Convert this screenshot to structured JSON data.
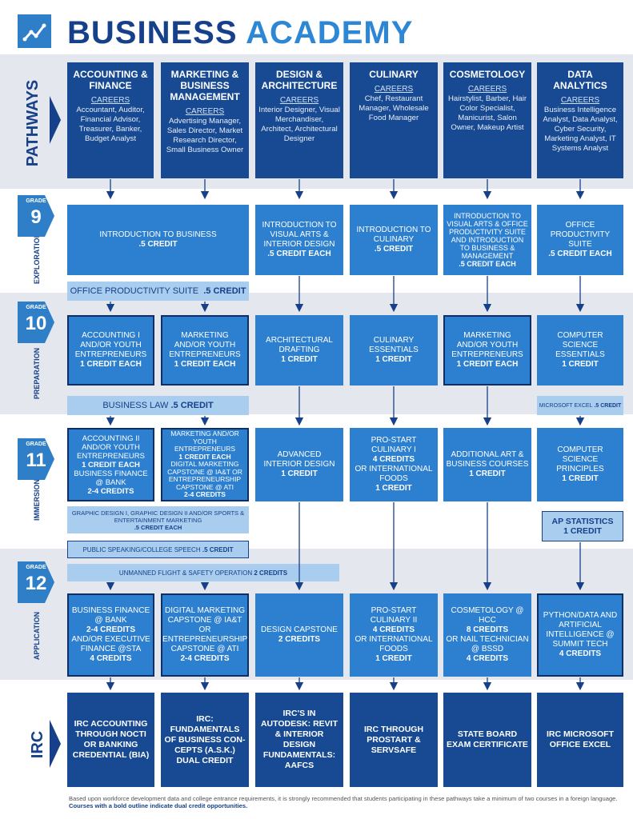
{
  "header": {
    "title_part1": "BUSINESS",
    "title_part2": "ACADEMY",
    "logo_icon": "line-chart-icon"
  },
  "side_labels": {
    "pathways": "PATHWAYS",
    "exploration": "EXPLORATION",
    "preparation": "PREPARATION",
    "immersion": "IMMERSION",
    "application": "APPLICATION",
    "irc": "IRC"
  },
  "grades": [
    {
      "label": "GRADE",
      "num": "9"
    },
    {
      "label": "GRADE",
      "num": "10"
    },
    {
      "label": "GRADE",
      "num": "11"
    },
    {
      "label": "GRADE",
      "num": "12"
    }
  ],
  "pathways": [
    {
      "title": "ACCOUNTING & FINANCE",
      "careers_label": "CAREERS",
      "careers": "Accountant, Auditor, Financial Advisor, Treasurer, Banker, Budget Analyst"
    },
    {
      "title": "MARKETING & BUSINESS MANAGEMENT",
      "careers_label": "CAREERS",
      "careers": "Advertising Manager, Sales Director, Market Research Director, Small Business Owner"
    },
    {
      "title": "DESIGN & ARCHITECTURE",
      "careers_label": "CAREERS",
      "careers": "Interior Designer, Visual Merchandiser, Architect, Architectural Designer"
    },
    {
      "title": "CULINARY",
      "careers_label": "CAREERS",
      "careers": "Chef, Restaurant Manager, Wholesale Food Manager"
    },
    {
      "title": "COSMETOLOGY",
      "careers_label": "CAREERS",
      "careers": "Hairstylist, Barber, Hair Color Specialist, Manicurist, Salon Owner, Makeup Artist"
    },
    {
      "title": "DATA ANALYTICS",
      "careers_label": "CAREERS",
      "careers": "Business Intelligence Analyst, Data Analyst, Cyber Security, Marketing Analyst, IT Systems Analyst"
    }
  ],
  "grade9": {
    "intro_business": {
      "name": "INTRODUCTION TO BUSINESS",
      "credit": ".5 CREDIT"
    },
    "intro_visual": {
      "name": "INTRODUCTION TO VISUAL ARTS & INTERIOR DESIGN",
      "credit": ".5 CREDIT EACH"
    },
    "intro_culinary": {
      "name": "INTRODUCTION TO CULINARY",
      "credit": ".5 CREDIT"
    },
    "intro_cosmo": {
      "name": "INTRODUCTION TO VISUAL ARTS & OFFICE PRODUCTIVITY SUITE AND INTRODUCTION TO BUSINESS & MANAGEMENT",
      "credit": ".5 CREDIT EACH"
    },
    "office_suite": {
      "name": "OFFICE PRODUCTIVITY SUITE",
      "credit": ".5 CREDIT EACH"
    },
    "bar": {
      "name": "OFFICE PRODUCTIVITY SUITE",
      "credit": ".5 CREDIT"
    }
  },
  "grade10": {
    "accounting": {
      "name": "ACCOUNTING I AND/OR YOUTH ENTREPRENEURS",
      "credit": "1 CREDIT EACH"
    },
    "marketing": {
      "name": "MARKETING AND/OR YOUTH ENTREPRENEURS",
      "credit": "1 CREDIT EACH"
    },
    "drafting": {
      "name": "ARCHITECTURAL DRAFTING",
      "credit": "1 CREDIT"
    },
    "culinary": {
      "name": "CULINARY ESSENTIALS",
      "credit": "1 CREDIT"
    },
    "cosmo": {
      "name": "MARKETING AND/OR YOUTH ENTREPRENEURS",
      "credit": "1 CREDIT EACH"
    },
    "cs": {
      "name": "COMPUTER SCIENCE ESSENTIALS",
      "credit": "1 CREDIT"
    },
    "bar_law": {
      "name": "BUSINESS LAW",
      "credit": ".5 CREDIT"
    },
    "bar_excel": {
      "name": "MICROSOFT EXCEL",
      "credit": ".5 CREDIT"
    }
  },
  "grade11": {
    "accounting": {
      "l1": "ACCOUNTING II AND/OR YOUTH ENTREPRENEURS",
      "l2": "1 CREDIT EACH",
      "l3": "BUSINESS FINANCE @ BANK",
      "l4": "2-4 CREDITS"
    },
    "marketing": {
      "l1": "MARKETING AND/OR YOUTH ENTREPRENEURS",
      "l2": "1 CREDIT EACH",
      "l3": "DIGITAL MARKETING CAPSTONE @ IA&T OR ENTREPRENEURSHIP CAPSTONE @ ATI",
      "l4": "2-4 CREDITS"
    },
    "interior": {
      "name": "ADVANCED INTERIOR DESIGN",
      "credit": "1 CREDIT"
    },
    "culinary": {
      "l1": "PRO-START CULINARY I",
      "l2": "4 CREDITS",
      "l3": "OR INTERNATIONAL FOODS",
      "l4": "1 CREDIT"
    },
    "cosmo": {
      "name": "ADDITIONAL ART & BUSINESS COURSES",
      "credit": "1 CREDIT"
    },
    "cs": {
      "name": "COMPUTER SCIENCE PRINCIPLES",
      "credit": "1 CREDIT"
    },
    "bar_graphic": {
      "name": "GRAPHIC DESIGN I, GRAPHIC DESIGN II AND/OR SPORTS & ENTERTAINMENT MARKETING",
      "credit": ".5 CREDIT EACH"
    },
    "ap_stats": {
      "name": "AP STATISTICS",
      "credit": "1 CREDIT"
    },
    "bar_speech": {
      "name": "PUBLIC SPEAKING/COLLEGE SPEECH",
      "credit": ".5 CREDIT"
    }
  },
  "grade12": {
    "bar_drone": {
      "name": "UNMANNED FLIGHT & SAFETY OPERATION",
      "credit": "2 CREDITS"
    },
    "finance": {
      "l1": "BUSINESS FINANCE @ BANK",
      "l2": "2-4 CREDITS",
      "l3": "AND/OR EXECUTIVE FINANCE @STA",
      "l4": "4 CREDITS"
    },
    "marketing": {
      "l1": "DIGITAL MARKETING CAPSTONE @ IA&T OR ENTREPRENEURSHIP CAPSTONE @ ATI",
      "l2": "2-4 CREDITS"
    },
    "design": {
      "name": "DESIGN CAPSTONE",
      "credit": "2 CREDITS"
    },
    "culinary": {
      "l1": "PRO-START CULINARY II",
      "l2": "4 CREDITS",
      "l3": "OR INTERNATIONAL FOODS",
      "l4": "1 CREDIT"
    },
    "cosmo": {
      "l1": "COSMETOLOGY @ HCC",
      "l2": "8 CREDITS",
      "l3": "OR NAIL TECHNICIAN @ BSSD",
      "l4": "4 CREDITS"
    },
    "data": {
      "name": "PYTHON/DATA AND ARTIFICIAL INTELLIGENCE @ SUMMIT TECH",
      "credit": "4 CREDITS"
    }
  },
  "irc": [
    "IRC ACCOUNTING THROUGH NOCTI OR BANKING CREDENTIAL (BIA)",
    "IRC: FUNDAMENTALS OF BUSINESS CON-CEPTS (A.S.K.) DUAL CREDIT",
    "IRC'S IN AUTODESK: REVIT & INTERIOR DESIGN FUNDAMENTALS: AAFCS",
    "IRC THROUGH PROSTART & SERVSAFE",
    "STATE BOARD EXAM CERTIFICATE",
    "IRC MICROSOFT OFFICE EXCEL"
  ],
  "footer": {
    "text": "Based upon workforce development data and college entrance requirements, it is strongly recommended that students participating in these pathways take a minimum of two courses in a foreign language.",
    "bold": "Courses with a bold outline indicate dual credit opportunities."
  },
  "colors": {
    "navy": "#174a93",
    "blue": "#2d7fd0",
    "light": "#a9cdee",
    "band": "#e4e8ee"
  }
}
